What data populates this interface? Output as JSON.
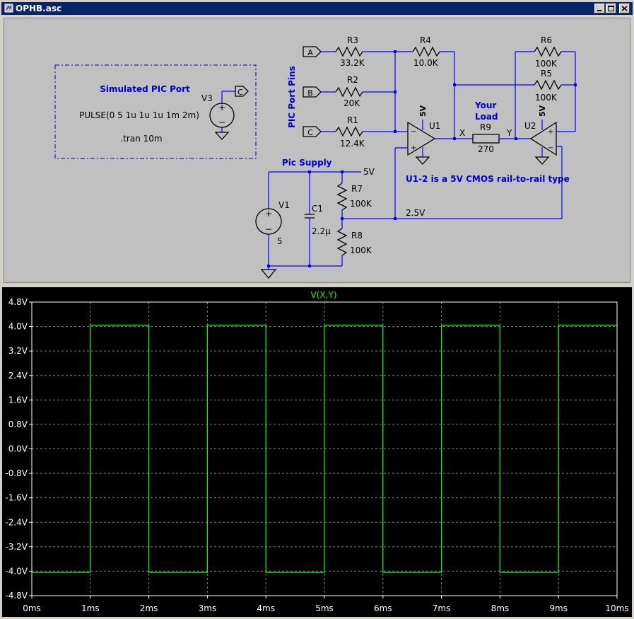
{
  "window": {
    "title": "OPHB.asc"
  },
  "schematic": {
    "sim_box": {
      "title": "Simulated PIC Port",
      "pulse": "PULSE(0 5 1u 1u 1u 1m 2m)",
      "tran": ".tran 10m"
    },
    "v3": {
      "name": "V3",
      "port": "C"
    },
    "port_pins_label": "PIC Port Pins",
    "ports": [
      "A",
      "B",
      "C"
    ],
    "resistors": {
      "r3": {
        "name": "R3",
        "value": "33.2K"
      },
      "r2": {
        "name": "R2",
        "value": "20K"
      },
      "r1": {
        "name": "R1",
        "value": "12.4K"
      },
      "r4": {
        "name": "R4",
        "value": "10.0K"
      },
      "r6": {
        "name": "R6",
        "value": "100K"
      },
      "r5": {
        "name": "R5",
        "value": "100K"
      },
      "r9": {
        "name": "R9",
        "value": "270"
      },
      "r7": {
        "name": "R7",
        "value": "100K"
      },
      "r8": {
        "name": "R8",
        "value": "100K"
      }
    },
    "u1": {
      "name": "U1",
      "supply": "5V"
    },
    "u2": {
      "name": "U2",
      "supply": "5V"
    },
    "load_label_1": "Your",
    "load_label_2": "Load",
    "node_x": "X",
    "node_y": "Y",
    "opamp_note": "U1-2 is a 5V CMOS rail-to-rail type",
    "pic_supply": "Pic Supply",
    "net_5v": "5V",
    "net_2v5": "2.5V",
    "v1": {
      "name": "V1",
      "value": "5"
    },
    "c1": {
      "name": "C1",
      "value": "2.2µ"
    }
  },
  "chart_data": {
    "type": "line",
    "title": "V(X,Y)",
    "xlabel": "",
    "ylabel": "",
    "xlim": [
      0,
      10
    ],
    "ylim": [
      -4.8,
      4.8
    ],
    "x_ticks": [
      "0ms",
      "1ms",
      "2ms",
      "3ms",
      "4ms",
      "5ms",
      "6ms",
      "7ms",
      "8ms",
      "9ms",
      "10ms"
    ],
    "y_ticks": [
      "4.8V",
      "4.0V",
      "3.2V",
      "2.4V",
      "1.6V",
      "0.8V",
      "0.0V",
      "-0.8V",
      "-1.6V",
      "-2.4V",
      "-3.2V",
      "-4.0V",
      "-4.8V"
    ],
    "grid": true,
    "colors": {
      "trace": "#00ff00",
      "grid": "#808080",
      "axis_text": "#ffffff",
      "background": "#000000"
    },
    "series": [
      {
        "name": "V(X,Y)",
        "x": [
          0,
          1,
          1,
          2,
          2,
          3,
          3,
          4,
          4,
          5,
          5,
          6,
          6,
          7,
          7,
          8,
          8,
          9,
          9,
          10
        ],
        "y": [
          -4.04,
          -4.04,
          4.04,
          4.04,
          -4.04,
          -4.04,
          4.04,
          4.04,
          -4.04,
          -4.04,
          4.04,
          4.04,
          -4.04,
          -4.04,
          4.04,
          4.04,
          -4.04,
          -4.04,
          4.04,
          4.04
        ]
      }
    ]
  }
}
